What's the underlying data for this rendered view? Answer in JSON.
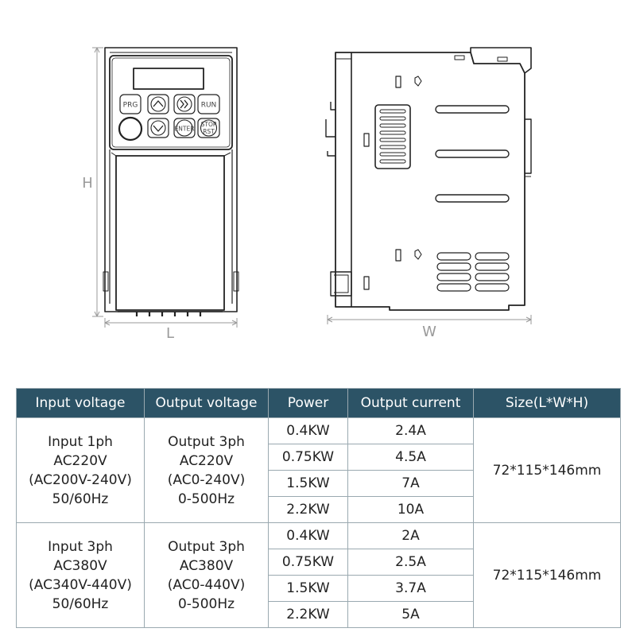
{
  "drawing": {
    "front_view": {
      "height_label": "H",
      "length_label": "L",
      "keypad": {
        "prg": "PRG",
        "run": "RUN",
        "enter": "ENTER",
        "stop_1": "STOP",
        "stop_2": "RST"
      }
    },
    "side_view": {
      "width_label": "W"
    }
  },
  "table": {
    "headers": [
      "Input voltage",
      "Output voltage",
      "Power",
      "Output current",
      "Size(L*W*H)"
    ],
    "groups": [
      {
        "input_voltage": [
          "Input 1ph",
          "AC220V",
          "(AC200V-240V)",
          "50/60Hz"
        ],
        "output_voltage": [
          "Output 3ph",
          "AC220V",
          "(AC0-240V)",
          "0-500Hz"
        ],
        "size": "72*115*146mm",
        "rows": [
          {
            "power": "0.4KW",
            "current": "2.4A"
          },
          {
            "power": "0.75KW",
            "current": "4.5A"
          },
          {
            "power": "1.5KW",
            "current": "7A"
          },
          {
            "power": "2.2KW",
            "current": "10A"
          }
        ]
      },
      {
        "input_voltage": [
          "Input 3ph",
          "AC380V",
          "(AC340V-440V)",
          "50/60Hz"
        ],
        "output_voltage": [
          "Output 3ph",
          "AC380V",
          "(AC0-440V)",
          "0-500Hz"
        ],
        "size": "72*115*146mm",
        "rows": [
          {
            "power": "0.4KW",
            "current": "2A"
          },
          {
            "power": "0.75KW",
            "current": "2.5A"
          },
          {
            "power": "1.5KW",
            "current": "3.7A"
          },
          {
            "power": "2.2KW",
            "current": "5A"
          }
        ]
      }
    ]
  }
}
